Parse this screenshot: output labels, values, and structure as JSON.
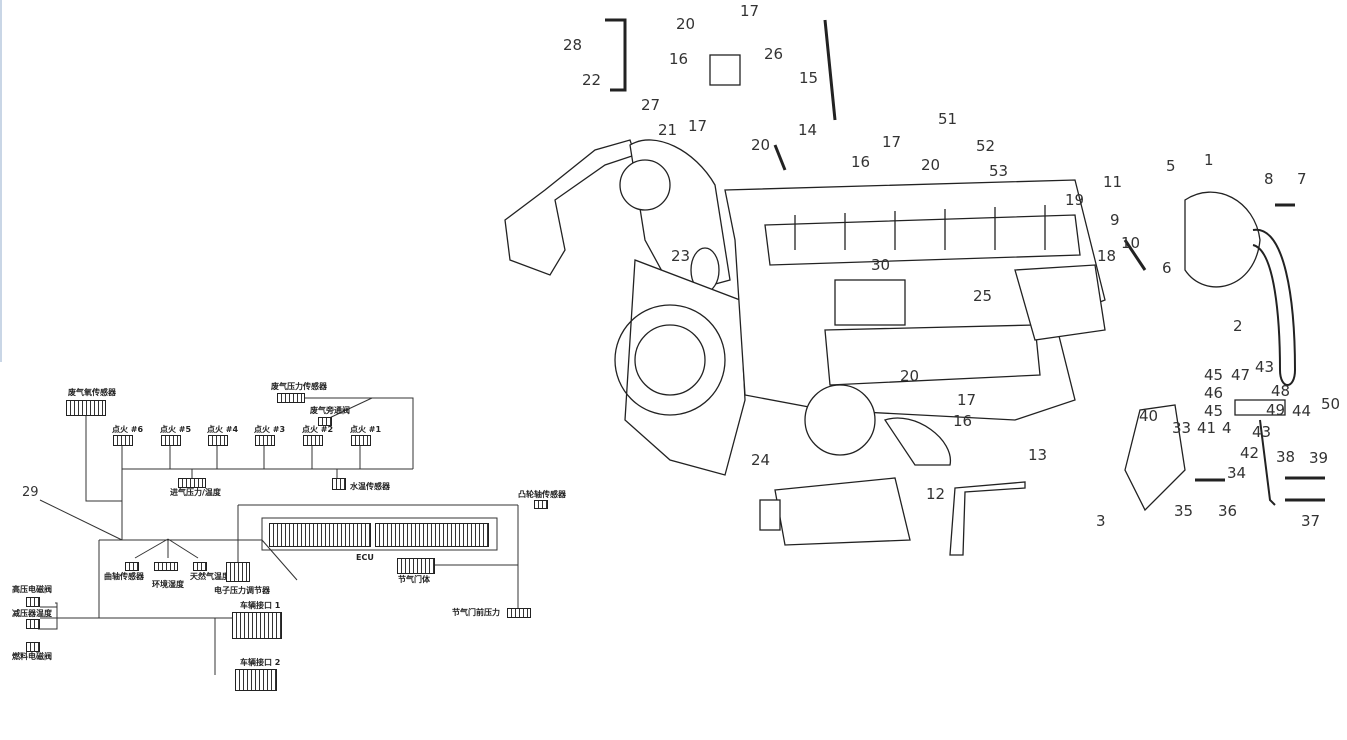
{
  "wiring": {
    "callout": "29",
    "labels": {
      "exhaust_o2": "废气氧传感器",
      "ign6": "点火 #6",
      "ign5": "点火 #5",
      "ign4": "点火 #4",
      "ign3": "点火 #3",
      "ign2": "点火 #2",
      "ign1": "点火 #1",
      "intake": "进气压力/温度",
      "exhaust_pressure": "废气压力传感器",
      "wastegate": "废气旁通阀",
      "water_temp": "水温传感器",
      "cam": "凸轮轴传感器",
      "crank": "曲轴传感器",
      "humidity": "环境湿度",
      "gas_temp": "天然气温度",
      "epr": "电子压力调节器",
      "ecu": "ECU",
      "vi1": "车辆接口 1",
      "vi2": "车辆接口 2",
      "throttle": "节气门体",
      "tip": "节气门前压力",
      "hp_valve": "高压电磁阀",
      "reg_temp": "减压器温度",
      "fuel_valve": "燃料电磁阀"
    }
  },
  "engine_callouts": [
    "28",
    "20",
    "17",
    "16",
    "26",
    "15",
    "22",
    "27",
    "17",
    "14",
    "21",
    "20",
    "51",
    "52",
    "17",
    "20",
    "53",
    "16",
    "5",
    "1",
    "8",
    "7",
    "11",
    "19",
    "9",
    "18",
    "10",
    "6",
    "23",
    "30",
    "25",
    "2",
    "43",
    "45",
    "47",
    "48",
    "46",
    "45",
    "49",
    "44",
    "50",
    "40",
    "33",
    "41",
    "4",
    "43",
    "42",
    "38",
    "39",
    "34",
    "20",
    "17",
    "16",
    "24",
    "13",
    "12",
    "3",
    "35",
    "36",
    "37"
  ]
}
